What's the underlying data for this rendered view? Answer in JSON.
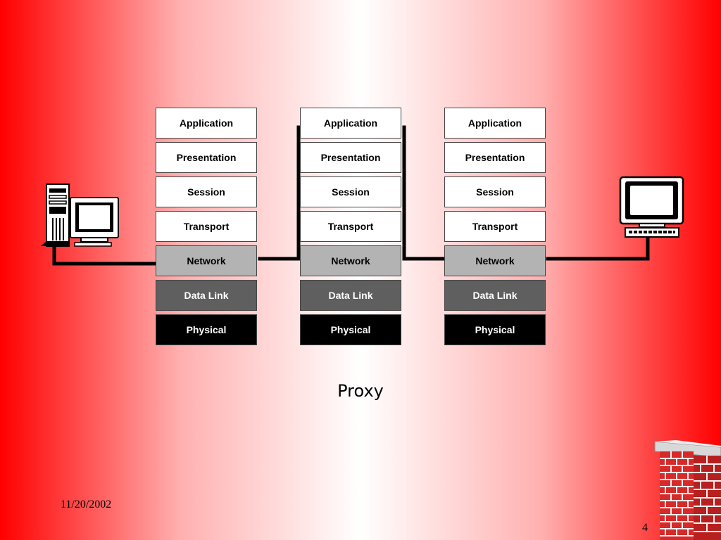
{
  "stacks": [
    {
      "name": "client-stack",
      "layers": [
        {
          "label": "Application",
          "shade": "white"
        },
        {
          "label": "Presentation",
          "shade": "white"
        },
        {
          "label": "Session",
          "shade": "white"
        },
        {
          "label": "Transport",
          "shade": "white"
        },
        {
          "label": "Network",
          "shade": "light"
        },
        {
          "label": "Data Link",
          "shade": "dark"
        },
        {
          "label": "Physical",
          "shade": "black"
        }
      ]
    },
    {
      "name": "proxy-stack",
      "layers": [
        {
          "label": "Application",
          "shade": "white"
        },
        {
          "label": "Presentation",
          "shade": "white"
        },
        {
          "label": "Session",
          "shade": "white"
        },
        {
          "label": "Transport",
          "shade": "white"
        },
        {
          "label": "Network",
          "shade": "light"
        },
        {
          "label": "Data Link",
          "shade": "dark"
        },
        {
          "label": "Physical",
          "shade": "black"
        }
      ]
    },
    {
      "name": "server-stack",
      "layers": [
        {
          "label": "Application",
          "shade": "white"
        },
        {
          "label": "Presentation",
          "shade": "white"
        },
        {
          "label": "Session",
          "shade": "white"
        },
        {
          "label": "Transport",
          "shade": "white"
        },
        {
          "label": "Network",
          "shade": "light"
        },
        {
          "label": "Data Link",
          "shade": "dark"
        },
        {
          "label": "Physical",
          "shade": "black"
        }
      ]
    }
  ],
  "caption": "Proxy",
  "footer": {
    "date": "11/20/2002",
    "page": "4"
  },
  "icons": {
    "left": "desktop-computer-icon",
    "right": "terminal-computer-icon",
    "corner": "brick-firewall-icon"
  },
  "colors": {
    "edge": "#ff0000",
    "center": "#ffffff",
    "network_layer": "#b3b3b3",
    "datalink_layer": "#5f5f5f",
    "physical_layer": "#000000"
  }
}
